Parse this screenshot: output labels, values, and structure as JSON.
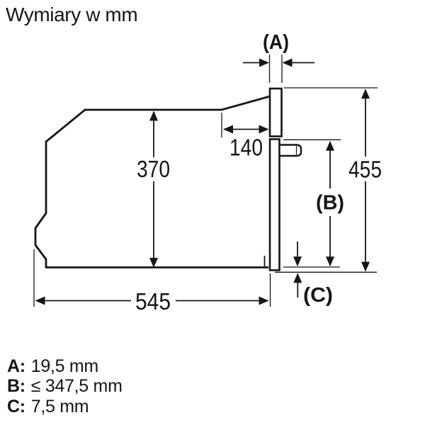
{
  "title": "Wymiary w mm",
  "diagram": {
    "labels": {
      "a": "(A)",
      "b": "(B)",
      "c": "(C)"
    },
    "dimensions": {
      "top_recess_depth": "140",
      "body_height": "370",
      "front_height": "455",
      "body_depth": "545"
    }
  },
  "legend": {
    "items": [
      {
        "key": "A:",
        "value": "19,5 mm"
      },
      {
        "key": "B:",
        "value": "≤ 347,5 mm"
      },
      {
        "key": "C:",
        "value": "7,5 mm"
      }
    ]
  },
  "colors": {
    "line": "#161616",
    "background": "#ffffff"
  }
}
